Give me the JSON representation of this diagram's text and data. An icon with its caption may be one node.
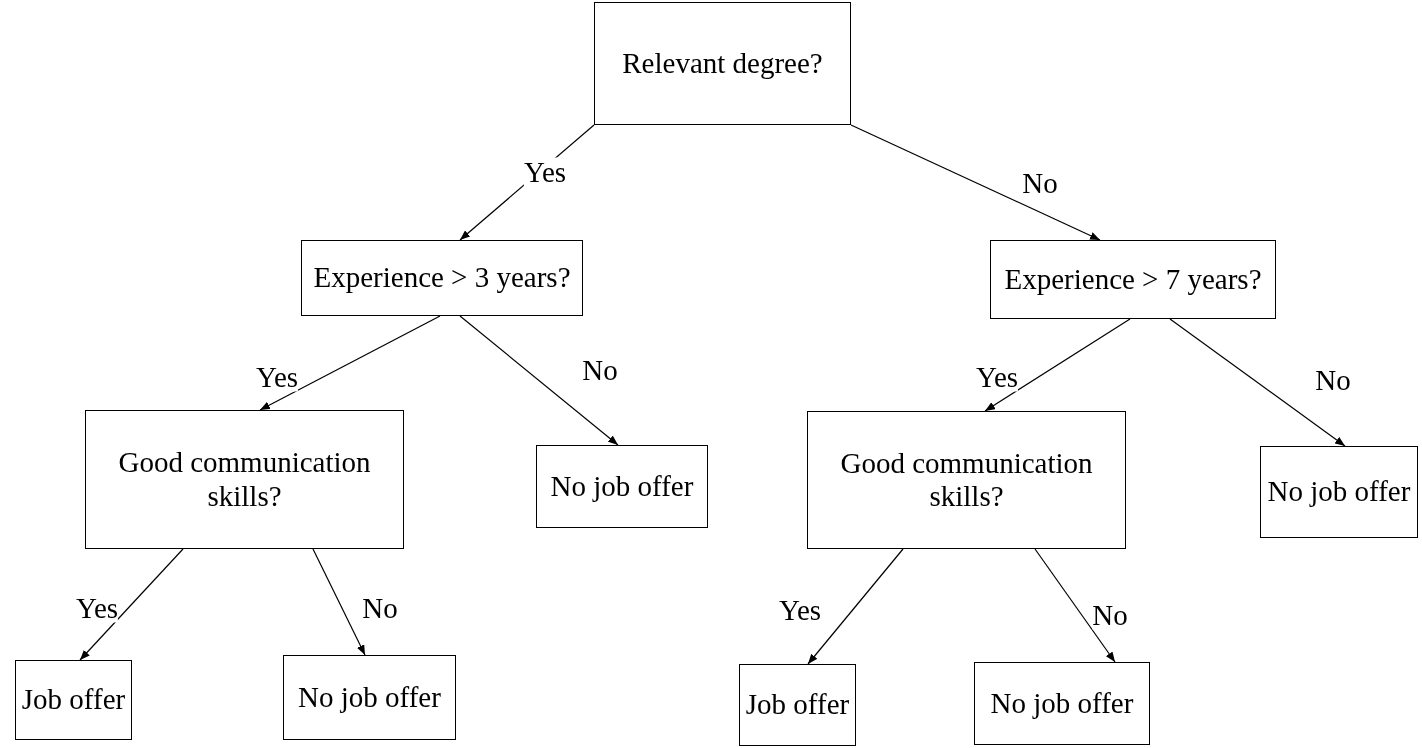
{
  "diagram": {
    "nodes": [
      {
        "text": [
          "Relevant degree?"
        ]
      },
      {
        "text": [
          "Experience > 3 years?"
        ]
      },
      {
        "text": [
          "Experience > 7 years?"
        ]
      },
      {
        "text": [
          "Good communication skills?"
        ]
      },
      {
        "text": [
          "No job offer"
        ]
      },
      {
        "text": [
          "Good communication skills?"
        ]
      },
      {
        "text": [
          "No job offer"
        ]
      },
      {
        "text": [
          "Job offer"
        ]
      },
      {
        "text": [
          "No job offer"
        ]
      },
      {
        "text": [
          "Job offer"
        ]
      },
      {
        "text": [
          "No job offer"
        ]
      }
    ],
    "edges": [
      {
        "from": 0,
        "to": 1,
        "arrow": "to",
        "label": "Yes"
      },
      {
        "from": 0,
        "to": 2,
        "arrow": "to",
        "label": "No"
      },
      {
        "from": 1,
        "to": 3,
        "arrow": "to",
        "label": "Yes"
      },
      {
        "from": 1,
        "to": 4,
        "arrow": "to",
        "label": "No"
      },
      {
        "from": 2,
        "to": 5,
        "arrow": "to",
        "label": "Yes"
      },
      {
        "from": 2,
        "to": 6,
        "arrow": "to",
        "label": "No"
      },
      {
        "from": 3,
        "to": 7,
        "arrow": "to",
        "label": "Yes"
      },
      {
        "from": 3,
        "to": 8,
        "arrow": "to",
        "label": "No"
      },
      {
        "from": 5,
        "to": 9,
        "arrow": "to",
        "label": "Yes"
      },
      {
        "from": 5,
        "to": 10,
        "arrow": "to",
        "label": "No"
      }
    ]
  }
}
